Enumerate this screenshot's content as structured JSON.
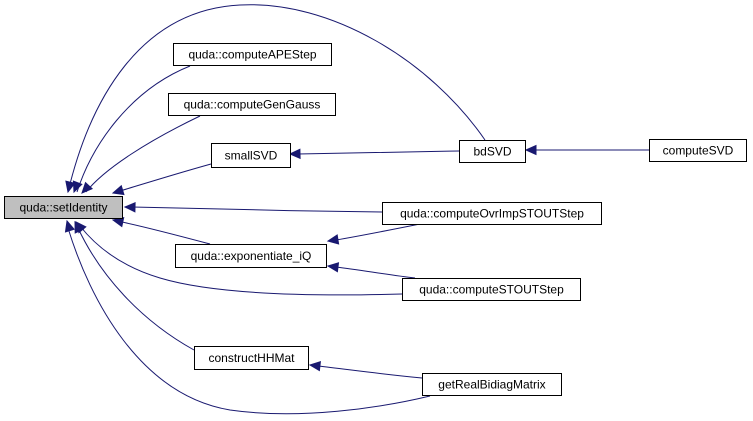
{
  "colors": {
    "edge": "#191970",
    "node_fill": "#ffffff",
    "highlight_fill": "#bfbfbf",
    "border": "#000000"
  },
  "nodes": [
    {
      "id": "setIdentity",
      "label": "quda::setIdentity",
      "highlighted": true
    },
    {
      "id": "computeAPEStep",
      "label": "quda::computeAPEStep"
    },
    {
      "id": "computeGenGauss",
      "label": "quda::computeGenGauss"
    },
    {
      "id": "smallSVD",
      "label": "smallSVD"
    },
    {
      "id": "bdSVD",
      "label": "bdSVD"
    },
    {
      "id": "computeSVD",
      "label": "computeSVD"
    },
    {
      "id": "computeOvrImpSTOUTStep",
      "label": "quda::computeOvrImpSTOUTStep"
    },
    {
      "id": "exponentiate_iQ",
      "label": "quda::exponentiate_iQ"
    },
    {
      "id": "computeSTOUTStep",
      "label": "quda::computeSTOUTStep"
    },
    {
      "id": "constructHHMat",
      "label": "constructHHMat"
    },
    {
      "id": "getRealBidiagMatrix",
      "label": "getRealBidiagMatrix"
    }
  ],
  "edges": [
    {
      "from": "computeAPEStep",
      "to": "setIdentity"
    },
    {
      "from": "computeGenGauss",
      "to": "setIdentity"
    },
    {
      "from": "smallSVD",
      "to": "setIdentity"
    },
    {
      "from": "bdSVD",
      "to": "setIdentity"
    },
    {
      "from": "computeOvrImpSTOUTStep",
      "to": "setIdentity"
    },
    {
      "from": "exponentiate_iQ",
      "to": "setIdentity"
    },
    {
      "from": "computeSTOUTStep",
      "to": "setIdentity"
    },
    {
      "from": "constructHHMat",
      "to": "setIdentity"
    },
    {
      "from": "getRealBidiagMatrix",
      "to": "setIdentity"
    },
    {
      "from": "bdSVD",
      "to": "smallSVD"
    },
    {
      "from": "computeSVD",
      "to": "bdSVD"
    },
    {
      "from": "computeOvrImpSTOUTStep",
      "to": "exponentiate_iQ"
    },
    {
      "from": "computeSTOUTStep",
      "to": "exponentiate_iQ"
    },
    {
      "from": "getRealBidiagMatrix",
      "to": "constructHHMat"
    }
  ]
}
